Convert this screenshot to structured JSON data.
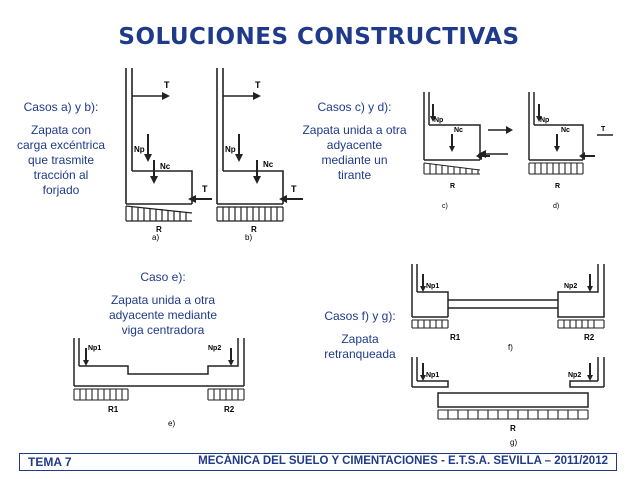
{
  "title": "SOLUCIONES CONSTRUCTIVAS",
  "captions": {
    "ab_head": "Casos a) y b):",
    "ab_body": [
      "Zapata con",
      "carga excéntrica",
      "que trasmite",
      "tracción al",
      "forjado"
    ],
    "cd_head": "Casos c) y d):",
    "cd_body": [
      "Zapata unida a otra",
      "adyacente",
      "mediante un",
      "tirante"
    ],
    "e_head": "Caso e):",
    "e_body": [
      "Zapata unida a otra",
      "adyacente mediante",
      "viga centradora"
    ],
    "fg_head": "Casos f) y g):",
    "fg_body": [
      "Zapata",
      "retranqueada"
    ]
  },
  "figure_labels": {
    "a": "a)",
    "b": "b)",
    "c": "c)",
    "d": "d)",
    "e": "e)",
    "f": "f)",
    "g": "g)",
    "T": "T",
    "Np": "Np",
    "Nc": "Nc",
    "R": "R",
    "Np1": "Np1",
    "Np2": "Np2",
    "R1": "R1",
    "R2": "R2"
  },
  "footer": {
    "left": "TEMA 7",
    "right": "MECÁNICA DEL SUELO Y CIMENTACIONES - E.T.S.A. SEVILLA – 2011/2012"
  }
}
